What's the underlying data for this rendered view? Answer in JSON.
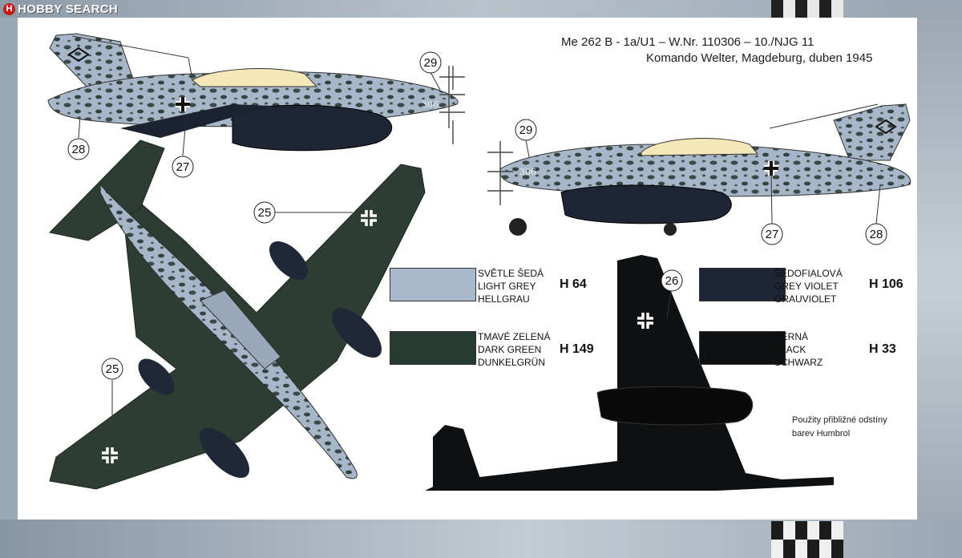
{
  "logo": {
    "text": "HOBBY SEARCH",
    "mark": "H"
  },
  "title": {
    "line1": "Me 262 B - 1a/U1 – W.Nr. 110306 – 10./NJG 11",
    "line2": "Komando Welter, Magdeburg, duben 1945"
  },
  "aircraft_number": "306",
  "callouts": {
    "c29a": "29",
    "c28a": "28",
    "c27a": "27",
    "c29b": "29",
    "c27b": "27",
    "c28b": "28",
    "c25a": "25",
    "c25b": "25",
    "c26": "26"
  },
  "colors": [
    {
      "cz": "SVĚTLE ŠEDÁ",
      "en": "LIGHT GREY",
      "de": "HELLGRAU",
      "code": "H 64",
      "hex": "#a9b8cb"
    },
    {
      "cz": "TMAVÉ ZELENÁ",
      "en": "DARK GREEN",
      "de": "DUNKELGRÜN",
      "code": "H 149",
      "hex": "#273a31"
    },
    {
      "cz": "ŠEDOFIALOVÁ",
      "en": "GREY VIOLET",
      "de": "GRAUVIOLET",
      "code": "H 106",
      "hex": "#1e2534"
    },
    {
      "cz": "ČERNÁ",
      "en": "BLACK",
      "de": "SCHWARZ",
      "code": "H 33",
      "hex": "#0f1011"
    }
  ],
  "note": {
    "line1": "Použity přibližné odstíny",
    "line2": "barev Humbrol"
  }
}
